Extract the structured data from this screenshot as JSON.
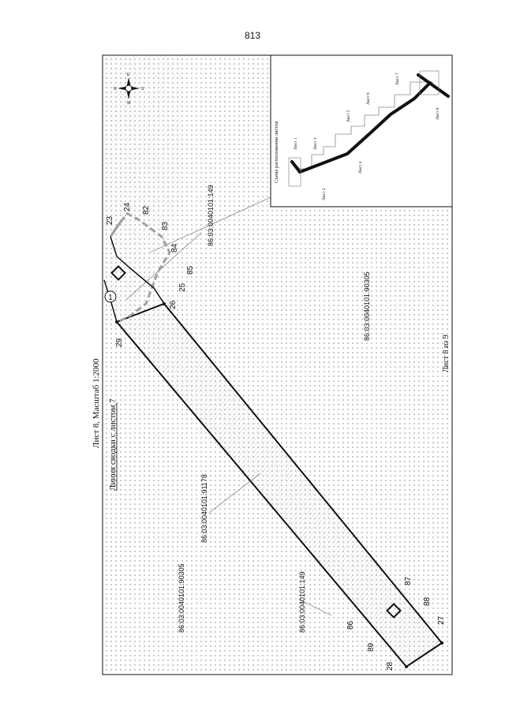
{
  "page_number": "813",
  "header": {
    "sheet_title": "Лист 8, Масштаб 1:2000",
    "join_line": "Линия сводки с листом 7"
  },
  "footer": {
    "sheet_counter": "Лист 8 из 9"
  },
  "compass": {
    "icon": "compass-rose-icon",
    "letters": {
      "north": "N",
      "south": "S",
      "east": "E",
      "west": "W"
    }
  },
  "inset": {
    "title": "Схема расположения листов",
    "sheets": [
      "Лист 1",
      "Лист 2",
      "Лист 3",
      "Лист 4",
      "Лист 5",
      "Лист 6",
      "Лист 7",
      "Лист 8"
    ]
  },
  "parcels": {
    "upper_right_149": "86:03:0040101:149",
    "right_90305": "86:03:0040101:90305",
    "corridor_91178": "86:03:0040101:91178",
    "left_90305": "86:03:0040101:90305",
    "lower_149": "86:03:0040101:149"
  },
  "point_labels": {
    "p23": "23",
    "p24": "24",
    "p82": "82",
    "p83": "83",
    "p84": "84",
    "p85": "85",
    "p25": "25",
    "p26": "26",
    "p29": "29",
    "p87": "87",
    "p88": "88",
    "p27": "27",
    "p86": "86",
    "p89": "89",
    "p28": "28"
  },
  "circle_marker": "1",
  "colors": {
    "boundary": "#111111",
    "gray_boundary": "#a0a0a0",
    "grid_dot": "#444444"
  }
}
